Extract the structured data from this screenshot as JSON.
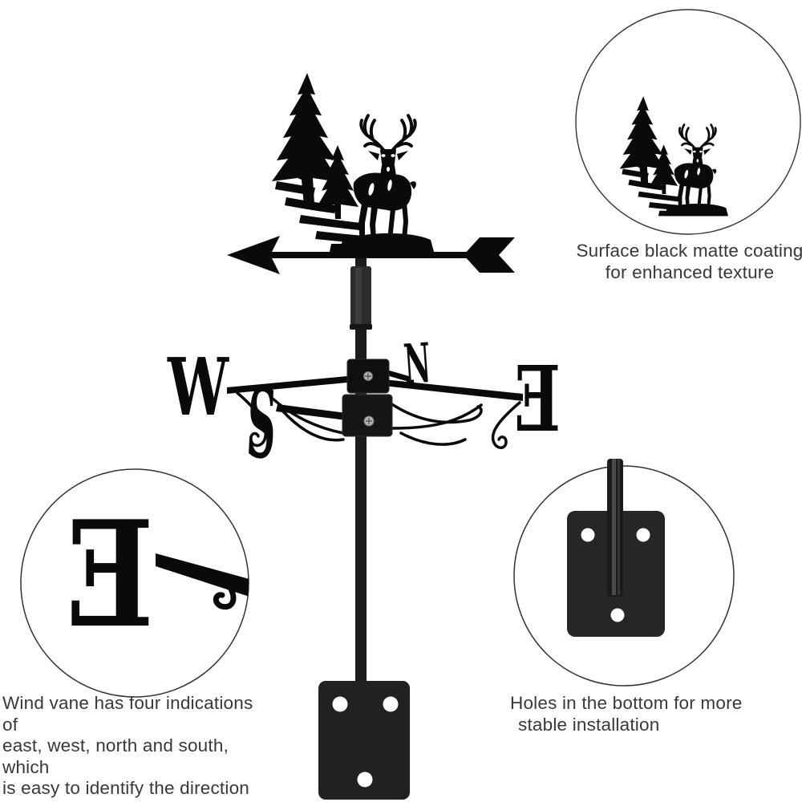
{
  "page": {
    "background": "#ffffff"
  },
  "product": {
    "compass": {
      "west": "W",
      "north": "N",
      "east": "E",
      "south": "S"
    }
  },
  "callouts": {
    "coating": {
      "lines": [
        "Surface black matte coating",
        "for enhanced texture"
      ]
    },
    "directions": {
      "lines": [
        "Wind vane has four indications of",
        "east, west, north and south, which",
        "is easy to identify the direction"
      ]
    },
    "holes": {
      "lines": [
        "Holes in the bottom for more",
        "stable installation"
      ]
    }
  },
  "graphics": {
    "main_silhouette": "deer-and-pines-silhouette",
    "wind_arrow": "left-pointing-wind-arrow",
    "compass_rose": "compass-direction-rose",
    "mount_plate": "mounting-plate-with-holes",
    "detail_circles": [
      "coating-detail-circle",
      "direction-letter-detail-circle",
      "mounting-plate-detail-circle"
    ]
  },
  "colors": {
    "background": "#ffffff",
    "silhouette": "#0a0a0a",
    "pole": "#1c1c1c",
    "pole_sleeve": "#2c2c2c",
    "plate": "#212121",
    "screw": "#b5b5b5",
    "circle_stroke": "#333333",
    "caption_text": "#383838"
  }
}
